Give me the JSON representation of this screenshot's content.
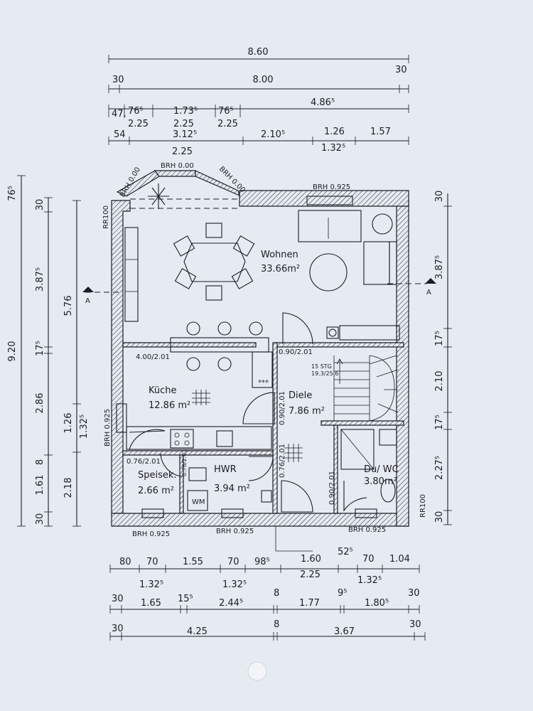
{
  "rooms": {
    "wohnen": {
      "name": "Wohnen",
      "area": "33.66m²"
    },
    "kueche": {
      "name": "Küche",
      "area": "12.86 m²"
    },
    "diele": {
      "name": "Diele",
      "area": "7.86 m²"
    },
    "speisek": {
      "name": "Speisek.",
      "area": "2.66 m²"
    },
    "hwr": {
      "name": "HWR",
      "area": "3.94 m²"
    },
    "duwc": {
      "name": "Du/ WC",
      "area": "3.80m²"
    }
  },
  "annotations": {
    "brh_000_a": "BRH 0.00",
    "brh_000_b": "BRH 0.00",
    "brh_000_c": "BRH 0.00",
    "brh_0925_top": "BRH 0.925",
    "brh_0925_left": "BRH 0.925",
    "brh_0925_b1": "BRH 0.925",
    "brh_0925_b2": "BRH 0.925",
    "brh_0925_b3": "BRH 0.925",
    "rr100_a": "RR100",
    "rr100_b": "RR100",
    "door_kueche": "4.00/2.01",
    "door_diele": "0.90/2.01",
    "door_diele_v": "0.90/2.01",
    "door_hwr": "0.76/2.01",
    "door_speis": "0.76/2.01",
    "door_speis2": "0.76/2.01",
    "door_wc": "0.90/2.01",
    "stairs_a": "15 STG",
    "stairs_b": "19.3/25.6",
    "wm": "WM",
    "section_l": "A",
    "section_r": "A",
    "stars": "***"
  },
  "dims_top": {
    "r1": [
      "8.60"
    ],
    "r2": [
      "30",
      "8.00",
      "30"
    ],
    "r3a": [
      "47,",
      "76⁵",
      "1.73⁵",
      "76⁵",
      "4.86⁵"
    ],
    "r3b": [
      "2.25",
      "2.25",
      "2.25"
    ],
    "r4": [
      "54",
      "3.12⁵",
      "2.10⁵",
      "1.26",
      "1.57"
    ],
    "r4b": [
      "2.25",
      "1.32⁵"
    ]
  },
  "dims_bottom": {
    "r1": [
      "80",
      "70",
      "1.55",
      "70",
      "98⁵",
      "1.60",
      "52⁵",
      "70",
      "1.04"
    ],
    "r1b": [
      "1.32⁵",
      "1.32⁵",
      "2.25",
      "1.32⁵"
    ],
    "r2": [
      "30",
      "1.65",
      "15⁵",
      "2.44⁵",
      "8",
      "1.77",
      "9⁵",
      "1.80⁵",
      "30"
    ],
    "r3": [
      "30",
      "4.25",
      "8",
      "3.67",
      "30"
    ]
  },
  "dims_left": {
    "outer": "9.20",
    "col2": [
      "76⁵",
      "30",
      "3.87⁵",
      "17⁵",
      "2.86",
      "1.26",
      "8",
      "1.61",
      "30"
    ],
    "col3": [
      "5.76",
      "1.32⁵",
      "2.18"
    ]
  },
  "dims_right": [
    "30",
    "3.87⁵",
    "17⁵",
    "2.10",
    "17⁵",
    "2.27⁵",
    "30"
  ]
}
